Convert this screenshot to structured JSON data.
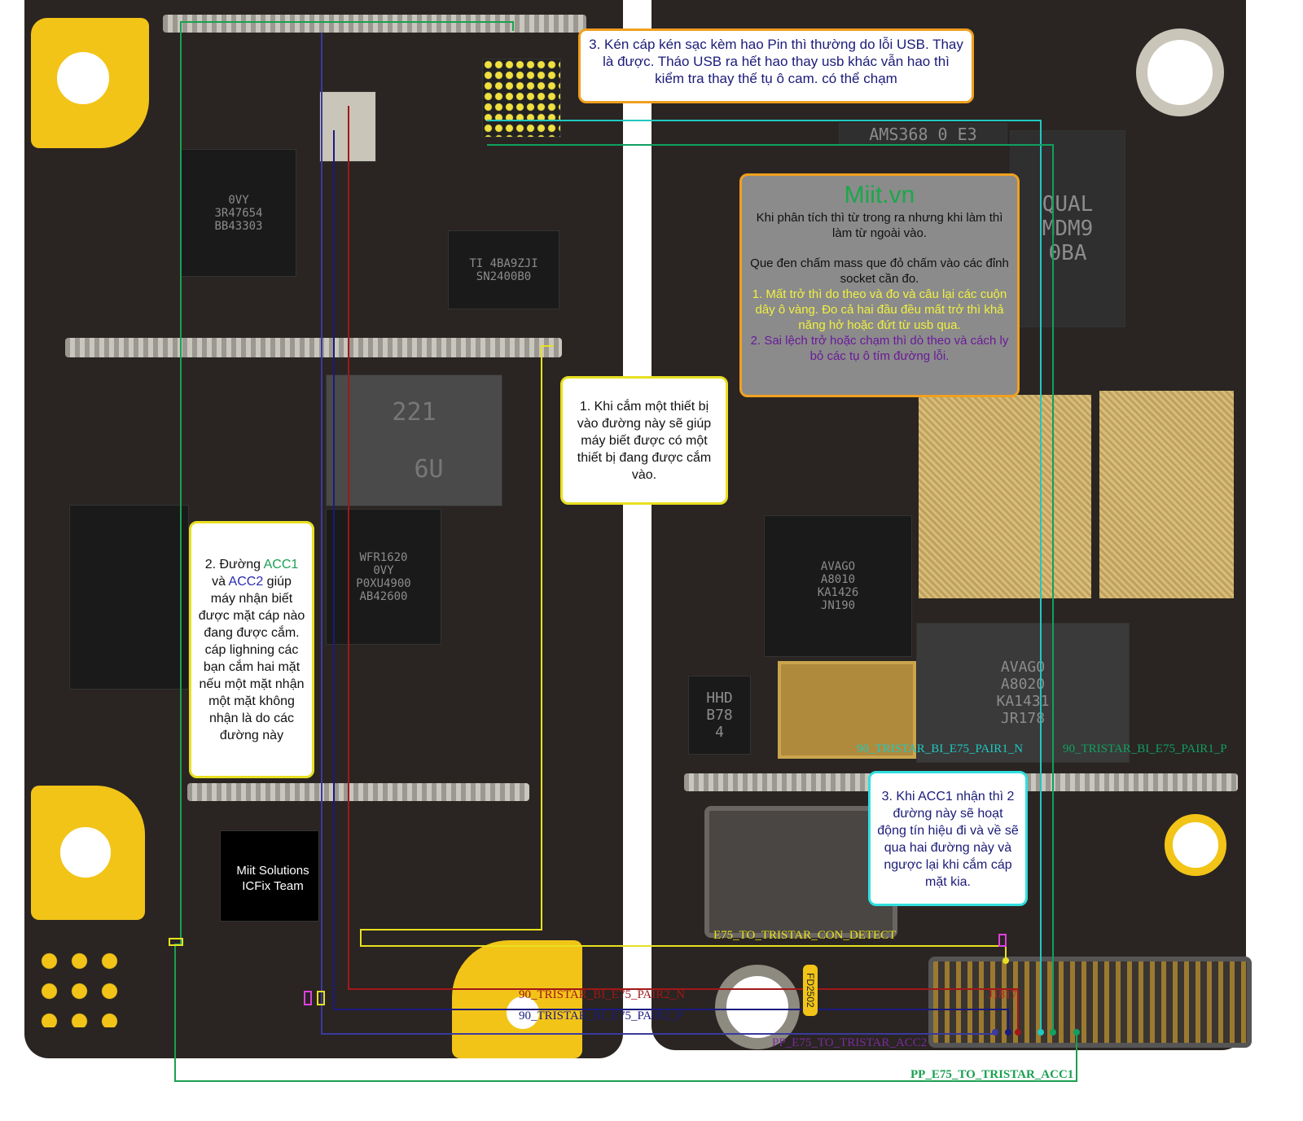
{
  "notes": {
    "note_usb": "3. Kén cáp kén sạc kèm hao Pin thì thường do lỗi USB. Thay là được. Tháo USB ra hết hao thay usb khác vẫn hao thì kiểm tra thay thế tụ ô cam. có thể chạm",
    "miit": {
      "brand": "Miit.vn",
      "line1": "Khi phân tích thì từ trong ra nhưng khi làm thì làm từ ngoài vào.",
      "line2": "Que đen chấm mass que đỏ chấm vào các đỉnh socket cần đo.",
      "yellow": "1. Mất trở thì do theo và đo và câu lại các cuộn dây ô vàng. Đo cả hai đầu đều mất trở thì khả năng hở hoặc đứt từ usb qua.",
      "purple": "2. Sai lệch trở hoặc chạm thì dò theo và cách ly bỏ các tụ ô tím đường lỗi."
    },
    "note_detect": "1. Khi cắm một thiết bị vào đường này sẽ giúp máy biết được có một thiết bị đang được cắm vào.",
    "note_acc": {
      "pre": "2. Đường ",
      "acc1": "ACC1",
      "mid": " và ",
      "acc2": "ACC2",
      "post": " giúp máy nhận biết được mặt cáp nào đang được cắm. cáp lighning các bạn cắm hai mặt nếu một mặt nhận một mặt không nhận là do các đường này"
    },
    "note_pair": "3. Khi ACC1 nhận thì 2 đường này sẽ hoạt động tín hiệu đi và về sẽ qua hai đường này và ngược lại khi cắm cáp mặt kia.",
    "team_line1": "Miit Solutions",
    "team_line2": "ICFix Team"
  },
  "nets": {
    "pair1_n": "90_TRISTAR_BI_E75_PAIR1_N",
    "pair1_p": "90_TRISTAR_BI_E75_PAIR1_P",
    "con_detect": "E75_TO_TRISTAR_CON_DETECT",
    "pair2_n": "90_TRISTAR_BI_E75_PAIR2_N",
    "pair2_p": "90_TRISTAR_BI_E75_PAIR2_P",
    "acc2": "PP_E75_TO_TRISTAR_ACC2",
    "acc1": "PP_E75_TO_TRISTAR_ACC1",
    "connector": "J1817",
    "fd": "FD2502"
  },
  "chips": {
    "c1": "0VY\n3R47654\nBB43303",
    "c2": "TI 4BA9ZJI\nSN2400B0",
    "c3": "221\n\n  6U",
    "c4": "WFR1620\n0VY\nP0XU4900\nAB42600",
    "c5": "AVAGO\nA8010\nKA1426\nJN190",
    "c6": "AVAGO\nA8020\nKA1431\nJR178",
    "c7": "HHD\nB78\n4",
    "c8": "QUAL\nMDM9\n0BA",
    "c9": "AMS368 0\nE3"
  },
  "colors": {
    "pcb": "#2a2522",
    "gold": "#f2c418",
    "acc1": "#1aa050",
    "acc2": "#7a2aa0",
    "detect": "#e8e020",
    "pair2n": "#a01818",
    "pair2p": "#1a1a80",
    "pair1n": "#20c8c0",
    "pair1p": "#10a060"
  }
}
